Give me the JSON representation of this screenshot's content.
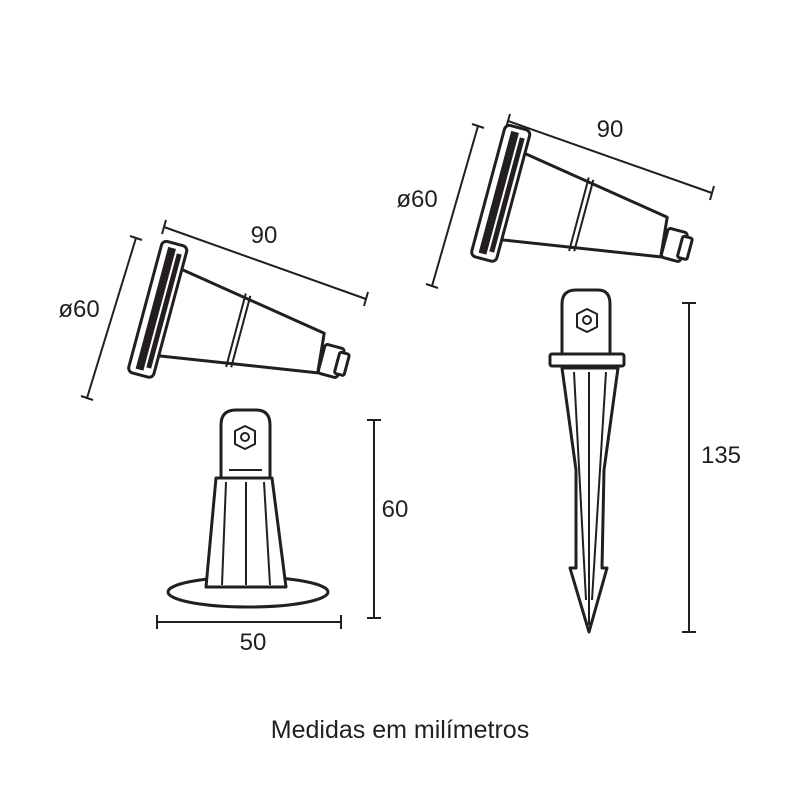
{
  "labels": {
    "left_diameter": "ø60",
    "left_length": "90",
    "left_height": "60",
    "left_base_width": "50",
    "right_diameter": "ø60",
    "right_length": "90",
    "right_height": "135"
  },
  "caption": "Medidas em milímetros"
}
